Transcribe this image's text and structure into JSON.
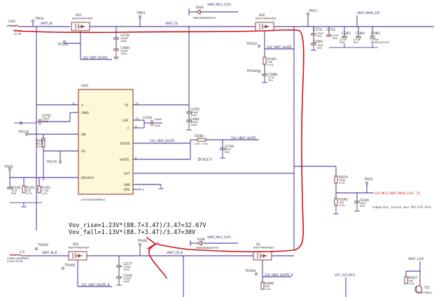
{
  "nets": {
    "vbat_in": "VBAT_IN",
    "vbat_cd": "VBAT_CD",
    "vbat_mcu_12v": "VBAT_MCU_12V5",
    "vbat_main_12v": "VBAT_MAIN_12V",
    "v12_vbat_hgate": "12V_VBAT_HGATE",
    "v12_vbat_dgate": "12V_VBAT_DGATE",
    "v12_vbat_dgate_2": "12V_VBAT_DGATE",
    "v12_vbat_hgate_b": "12V_VBAT_HGATE_B",
    "v12_vbat_dgate_b": "12V_VBAT_DGATE_B",
    "vbat_in_b": "VBAT_IN_B",
    "vbat_cd_b": "VBAT_CD_B",
    "vbat_mcu_12v_b": "VBAT_MCU_12V5",
    "vbat_12v_b": "VBAT_12V5",
    "vcc_3v3_mcu": "VCC_3V3_MCU",
    "pg_net": "12V_MCU_VBAT_MAIN_12V2",
    "pg_num": "35"
  },
  "ic": {
    "ref": "U101",
    "part": "LM74810QDRRRQ1",
    "pins_left": [
      {
        "num": "4",
        "name": "A"
      },
      {
        "num": "",
        "name": "VBNS"
      },
      {
        "num": "",
        "name": "SW"
      },
      {
        "num": "",
        "name": "OV"
      },
      {
        "num": "",
        "name": "EN/UVLO"
      }
    ],
    "pins_right": [
      {
        "num": "11",
        "name": "VS"
      },
      {
        "num": "12",
        "name": "CAP"
      },
      {
        "num": "9",
        "name": "C"
      },
      {
        "num": "",
        "name": "DGATE"
      },
      {
        "num": "6",
        "name": "HGATE"
      },
      {
        "num": "",
        "name": "OUT"
      },
      {
        "num": "",
        "name": "GND"
      },
      {
        "num": "",
        "name": "RTN"
      }
    ]
  },
  "fets": [
    {
      "ref": "Q01",
      "part": "BUK7Y4R8-60EX"
    },
    {
      "ref": "Q02",
      "part": "BUK7Y4R8-60EX"
    },
    {
      "ref": "Q01",
      "part": "BUK7Y4R8-60EX"
    },
    {
      "ref": "Q2",
      "part": "BUK7Y4R8-60EX"
    },
    {
      "ref": "T12",
      "part": "BC807DR-IC"
    }
  ],
  "diodes": [
    {
      "ref": "D343",
      "part": "RBR3MM60BTFTR"
    },
    {
      "ref": "D346",
      "part": "RBR3MM60BTFTR"
    }
  ],
  "inductors": [
    {
      "ref": "L102",
      "val": "3.3uH",
      "cur": "20.6A"
    },
    {
      "ref": "L72",
      "val": "VCBR1-4R3RMRD",
      "cur": "3.3uH 20.6A"
    }
  ],
  "caps": [
    {
      "ref": "C2739",
      "v1": "100nF",
      "v2": "100V"
    },
    {
      "ref": "C3600",
      "v1": "100nF",
      "v2": "100V"
    },
    {
      "ref": "C1711",
      "v1": "10nF",
      "v2": "50V"
    },
    {
      "ref": "C2735",
      "v1": "10nF",
      "v2": "50V"
    },
    {
      "ref": "C2005",
      "v1": "10nF",
      "v2": "50V"
    },
    {
      "ref": "C1863",
      "v1": "4.7uF",
      "v2": "50V"
    },
    {
      "ref": "C1864",
      "v1": "4.7uF",
      "v2": "50V"
    },
    {
      "ref": "C1865",
      "v1": "470uF",
      "v2": "EEHZE1V471V"
    },
    {
      "ref": "C2752",
      "v1": "100nF",
      "v2": "100V"
    },
    {
      "ref": "C2755",
      "v1": "100nF",
      "v2": "100V"
    },
    {
      "ref": "C3001",
      "v1": "100nF",
      "v2": "100V"
    },
    {
      "ref": "C2756",
      "v1": "100nF",
      "v2": "100V"
    },
    {
      "ref": "C2758",
      "v1": "10nF",
      "v2": "50V"
    },
    {
      "ref": "C2108",
      "v1": "10nF",
      "v2": "50V"
    },
    {
      "ref": "C2146",
      "v1": "10nF",
      "v2": "50V"
    },
    {
      "ref": "C2177",
      "v1": "100nF",
      "v2": "100V"
    },
    {
      "ref": "C2165",
      "v1": "100nF",
      "v2": "100V"
    },
    {
      "ref": "C2848",
      "v1": "47nF",
      "v2": "50V"
    }
  ],
  "resistors": [
    {
      "ref": "R1402",
      "v1": "10R",
      "v2": "±1%"
    },
    {
      "ref": "R2641",
      "v1": "88.7K",
      "v2": "±1%"
    },
    {
      "ref": "R1451",
      "v1": "10K",
      "v2": "±1%"
    },
    {
      "ref": "R1452",
      "v1": "3.74K",
      "v2": "±1%"
    },
    {
      "ref": "R2585",
      "v1": "47R",
      "v2": "±1%"
    },
    {
      "ref": "R2074",
      "v1": "100K",
      "v2": "±1%"
    },
    {
      "ref": "R2092",
      "v1": "10K",
      "v2": "±1%"
    },
    {
      "ref": "R4006",
      "v1": "10K",
      "v2": "±1%"
    },
    {
      "ref": "R5027",
      "v1": "10K",
      "v2": "±1%"
    }
  ],
  "testpoints": [
    "TP254",
    "TP1310",
    "TP003",
    "TP211",
    "TP1162",
    "TP1160",
    "TP1174",
    "TP1176",
    "TP1177",
    "TP316",
    "TP525",
    "TP1402",
    "TP1400",
    "TP1401",
    "TP1458"
  ],
  "notes": {
    "comparator": "Comparator placed near MCU A/D Pins"
  },
  "formula": {
    "line1": "Vov_rise=1.23V*(88.7+3.47)/3.47=32.67V",
    "line2": "Vov_fall=1.13V*(88.7+3.47)/3.47=30V"
  }
}
